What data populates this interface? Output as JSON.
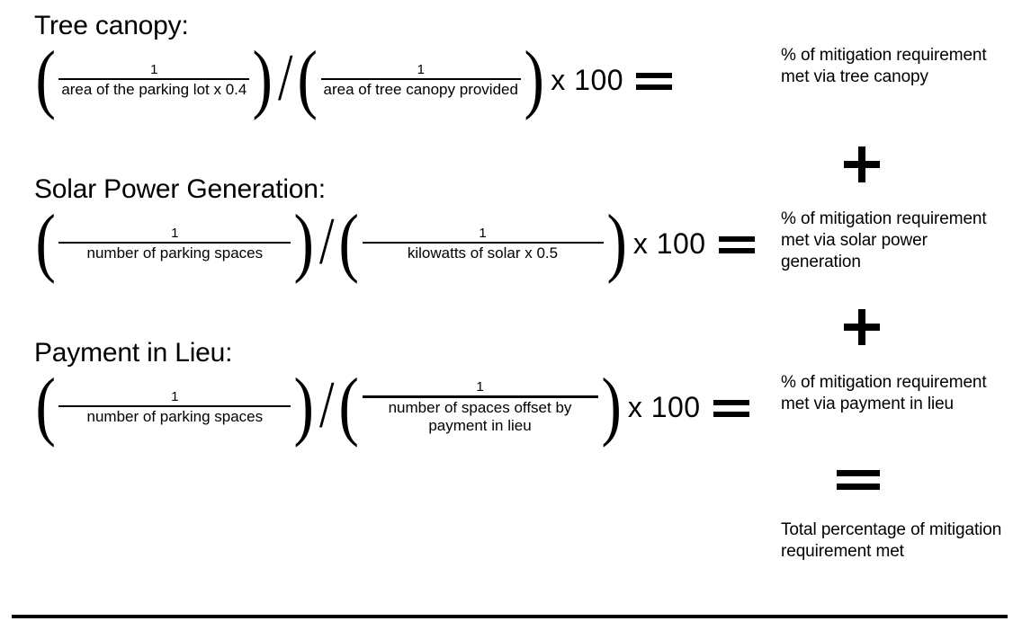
{
  "document": {
    "type": "parking-lot-mitigation-formula-sheet",
    "sections": [
      {
        "heading": "Tree canopy:",
        "left_fraction": {
          "numerator": "1",
          "denominator": "area of the parking lot  x  0.4"
        },
        "divider": "/",
        "right_fraction": {
          "numerator": "1",
          "denominator": "area of tree canopy provided"
        },
        "multiplier": "x 100",
        "equals": "=",
        "result": "% of mitigation requirement met via tree canopy"
      },
      {
        "heading": "Solar Power Generation:",
        "left_fraction": {
          "numerator": "1",
          "denominator": "number of parking spaces"
        },
        "divider": "/",
        "right_fraction": {
          "numerator": "1",
          "denominator": "kilowatts of solar x 0.5"
        },
        "multiplier": "x 100",
        "equals": "=",
        "result": "% of mitigation requirement met via solar power generation"
      },
      {
        "heading": "Payment in Lieu:",
        "left_fraction": {
          "numerator": "1",
          "denominator": "number of parking spaces"
        },
        "divider": "/",
        "right_fraction": {
          "numerator": "1",
          "denominator": "number of spaces offset by payment in lieu"
        },
        "multiplier": "x 100",
        "equals": "=",
        "result": "% of mitigation requirement met via payment in lieu"
      }
    ],
    "operators": {
      "plus_one": "+",
      "plus_two": "+",
      "final_equals": "="
    },
    "total": {
      "label": "Total percentage of mitigation requirement met"
    },
    "parentheses": {
      "open": "(",
      "close": ")"
    },
    "colors": {
      "text": "#000000",
      "background": "#ffffff",
      "rule": "#000000"
    }
  }
}
